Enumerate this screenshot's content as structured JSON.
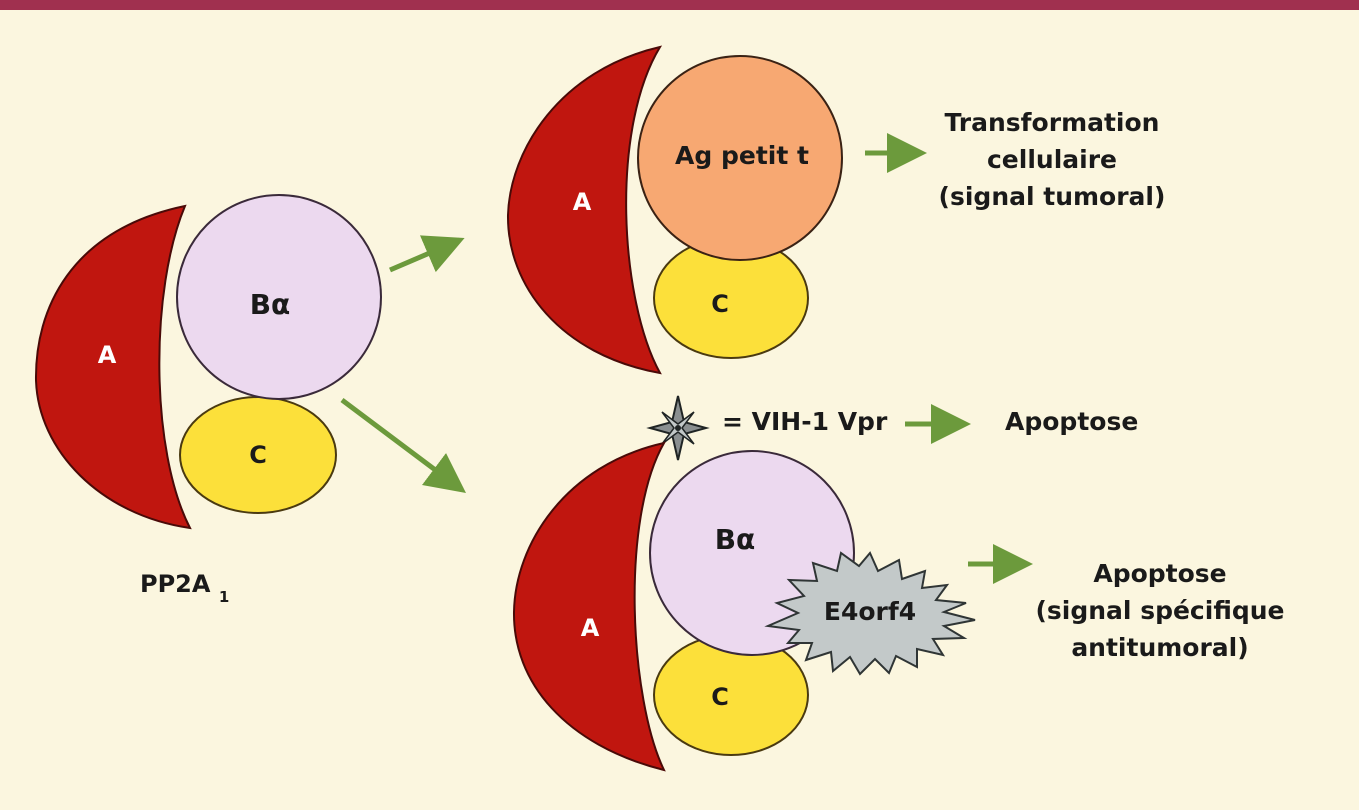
{
  "colors": {
    "top_bar": "#a0304f",
    "background": "#fbf6df",
    "subunit_a": "#c0160f",
    "subunit_b_alpha": "#ecd9ef",
    "subunit_c": "#fce03a",
    "small_t_antigen": "#f7a872",
    "e4orf4": "#c3c9c9",
    "arrow": "#6c9a3c"
  },
  "icons": {
    "vpr_star": "compass-star-icon",
    "arrows": "arrow-right-icon"
  },
  "left_complex": {
    "a_label": "A",
    "b_label": "Bα",
    "c_label": "C",
    "name_main": "PP2A",
    "name_sub": "1"
  },
  "top_complex": {
    "a_label": "A",
    "antigen_label": "Ag petit t",
    "c_label": "C",
    "result_line1": "Transformation",
    "result_line2": "cellulaire",
    "result_line3": "(signal tumoral)"
  },
  "vpr": {
    "label": "= VIH-1 Vpr",
    "result": "Apoptose"
  },
  "bottom_complex": {
    "a_label": "A",
    "b_label": "Bα",
    "e4orf4_label": "E4orf4",
    "c_label": "C",
    "result_line1": "Apoptose",
    "result_line2": "(signal spécifique",
    "result_line3": "antitumoral)"
  }
}
